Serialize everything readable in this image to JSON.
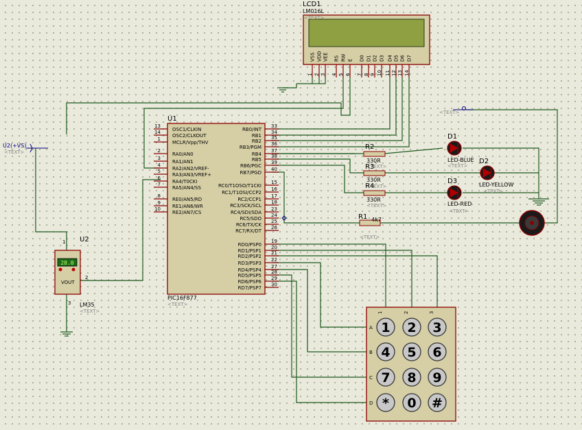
{
  "lcd": {
    "ref": "LCD1",
    "part": "LM016L",
    "text": "<TEXT>",
    "pin_names": [
      "VSS",
      "VDD",
      "VEE",
      "RS",
      "RW",
      "E",
      "D0",
      "D1",
      "D2",
      "D3",
      "D4",
      "D5",
      "D6",
      "D7"
    ],
    "pin_numbers": [
      "1",
      "2",
      "3",
      "4",
      "5",
      "6",
      "7",
      "8",
      "9",
      "10",
      "11",
      "12",
      "13",
      "14"
    ]
  },
  "mcu": {
    "ref": "U1",
    "part": "PIC16F877",
    "text": "<TEXT>",
    "left_pins": [
      {
        "num": "13",
        "name": "OSC1/CLKIN"
      },
      {
        "num": "14",
        "name": "OSC2/CLKOUT"
      },
      {
        "num": "1",
        "name": "MCLR/Vpp/THV"
      },
      {
        "num": "2",
        "name": "RA0/AN0"
      },
      {
        "num": "3",
        "name": "RA1/AN1"
      },
      {
        "num": "4",
        "name": "RA2/AN2/VREF-"
      },
      {
        "num": "5",
        "name": "RA3/AN3/VREF+"
      },
      {
        "num": "6",
        "name": "RA4/T0CKI"
      },
      {
        "num": "7",
        "name": "RA5/AN4/SS"
      },
      {
        "num": "8",
        "name": "RE0/AN5/RD"
      },
      {
        "num": "9",
        "name": "RE1/AN6/WR"
      },
      {
        "num": "10",
        "name": "RE2/AN7/CS"
      }
    ],
    "right_pins": [
      {
        "num": "33",
        "name": "RB0/INT"
      },
      {
        "num": "34",
        "name": "RB1"
      },
      {
        "num": "35",
        "name": "RB2"
      },
      {
        "num": "36",
        "name": "RB3/PGM"
      },
      {
        "num": "37",
        "name": "RB4"
      },
      {
        "num": "38",
        "name": "RB5"
      },
      {
        "num": "39",
        "name": "RB6/PGC"
      },
      {
        "num": "40",
        "name": "RB7/PGD"
      },
      {
        "num": "15",
        "name": "RC0/T1OSO/T1CKI"
      },
      {
        "num": "16",
        "name": "RC1/T1OSI/CCP2"
      },
      {
        "num": "17",
        "name": "RC2/CCP1"
      },
      {
        "num": "18",
        "name": "RC3/SCK/SCL"
      },
      {
        "num": "23",
        "name": "RC4/SDI/SDA"
      },
      {
        "num": "24",
        "name": "RC5/SDO"
      },
      {
        "num": "25",
        "name": "RC6/TX/CK"
      },
      {
        "num": "26",
        "name": "RC7/RX/DT"
      },
      {
        "num": "19",
        "name": "RD0/PSP0"
      },
      {
        "num": "20",
        "name": "RD1/PSP1"
      },
      {
        "num": "21",
        "name": "RD2/PSP2"
      },
      {
        "num": "22",
        "name": "RD3/PSP3"
      },
      {
        "num": "27",
        "name": "RD4/PSP4"
      },
      {
        "num": "28",
        "name": "RD5/PSP5"
      },
      {
        "num": "29",
        "name": "RD6/PSP6"
      },
      {
        "num": "30",
        "name": "RD7/PSP7"
      }
    ]
  },
  "sensor": {
    "ref": "U2",
    "part": "LM35",
    "text": "<TEXT>",
    "reading": "28.0",
    "out_label": "VOUT",
    "pin_vcc": "1",
    "pin_out": "2",
    "pin_gnd": "3"
  },
  "probe_label": "U2(+VS)",
  "probe_text": "<TEXT>",
  "resistors": [
    {
      "ref": "R2",
      "value": "330R",
      "text": "<TEXT>"
    },
    {
      "ref": "R3",
      "value": "330R",
      "text": "<TEXT>"
    },
    {
      "ref": "R4",
      "value": "330R",
      "text": "<TEXT>"
    },
    {
      "ref": "R1",
      "value": "4k7",
      "text": "<TEXT>"
    }
  ],
  "leds": [
    {
      "ref": "D1",
      "part": "LED-BLUE",
      "text": "<TEXT>",
      "color": "#8b0000"
    },
    {
      "ref": "D2",
      "part": "LED-YELLOW",
      "text": "<TEXT>",
      "color": "#8b0000"
    },
    {
      "ref": "D3",
      "part": "LED-RED",
      "text": "<TEXT>",
      "color": "#8b0000"
    }
  ],
  "motor_text": "<TEXT>",
  "keypad": {
    "cols": [
      "1",
      "2",
      "3"
    ],
    "rows": [
      "A",
      "B",
      "C",
      "D"
    ],
    "keys": [
      "1",
      "2",
      "3",
      "4",
      "5",
      "6",
      "7",
      "8",
      "9",
      "*",
      "0",
      "#"
    ]
  }
}
